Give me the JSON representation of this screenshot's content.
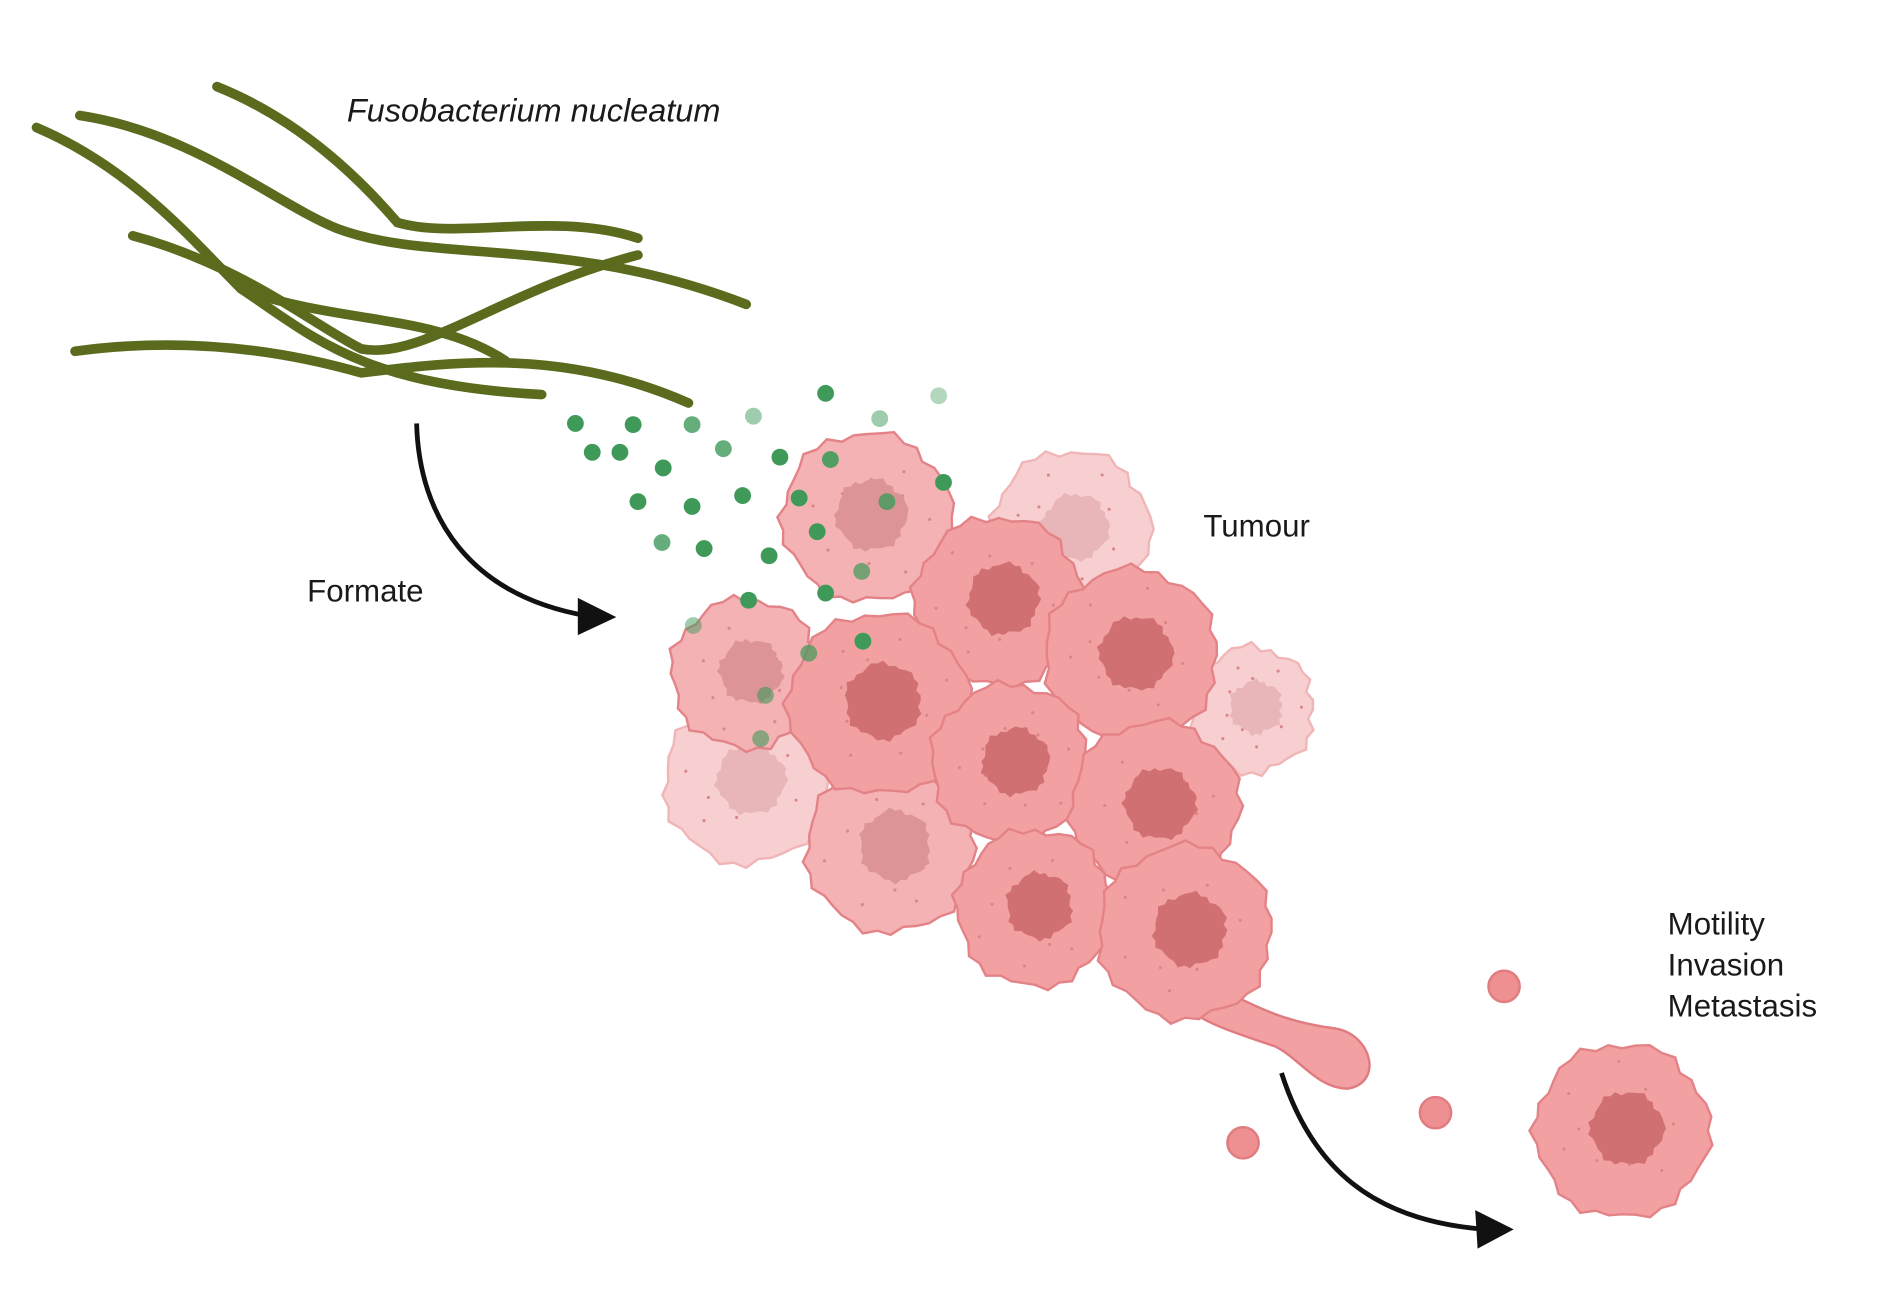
{
  "labels": {
    "bacterium": "Fusobacterium nucleatum",
    "metabolite": "Formate",
    "tumour": "Tumour",
    "outcomes": [
      "Motility",
      "Invasion",
      "Metastasis"
    ]
  },
  "colors": {
    "bacteria": "#5a6b1e",
    "formate_dot": "#3f9a5a",
    "cell_fill": "#f2a0a2",
    "cell_light": "#f7c4c5",
    "nucleus": "#d07073",
    "arrow": "#111111"
  }
}
